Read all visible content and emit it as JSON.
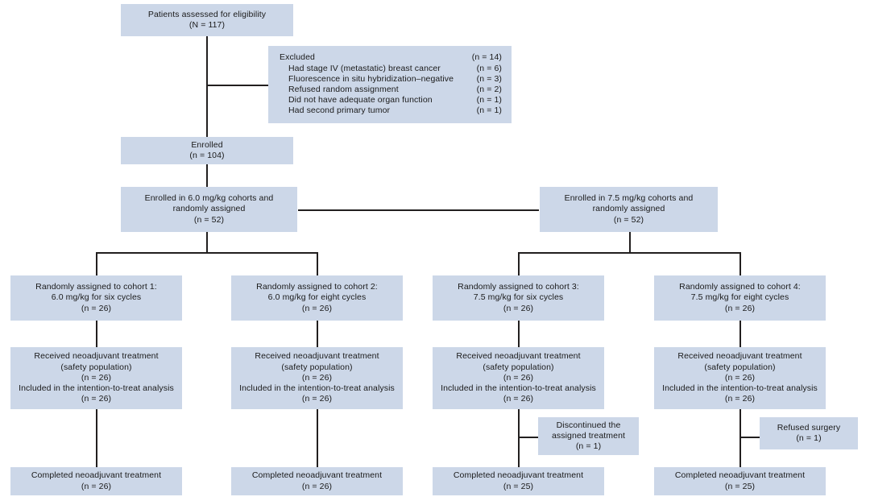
{
  "diagram": {
    "type": "consort-flow-diagram",
    "colors": {
      "box_fill": "#ccd7e8",
      "text": "#1a1a1a",
      "connector": "#221f1f",
      "background": "#ffffff"
    },
    "nodes": {
      "assessed": {
        "line1": "Patients assessed for eligibility",
        "line2": "(N = 117)"
      },
      "excluded": {
        "title": "Excluded",
        "title_count": "(n = 14)",
        "reasons": [
          {
            "label": "Had stage IV (metastatic) breast cancer",
            "count": "(n = 6)"
          },
          {
            "label": "Fluorescence in situ hybridization–negative",
            "count": "(n = 3)"
          },
          {
            "label": "Refused random assignment",
            "count": "(n = 2)"
          },
          {
            "label": "Did not have adequate organ function",
            "count": "(n = 1)"
          },
          {
            "label": "Had second primary tumor",
            "count": "(n = 1)"
          }
        ]
      },
      "enrolled": {
        "line1": "Enrolled",
        "line2": "(n = 104)"
      },
      "enrolled_60": {
        "line1": "Enrolled in 6.0 mg/kg cohorts and",
        "line2": "randomly assigned",
        "line3": "(n = 52)"
      },
      "enrolled_75": {
        "line1": "Enrolled in 7.5 mg/kg cohorts and",
        "line2": "randomly assigned",
        "line3": "(n = 52)"
      },
      "cohort1": {
        "line1": "Randomly assigned to cohort 1:",
        "line2": "6.0 mg/kg for six cycles",
        "line3": "(n = 26)"
      },
      "cohort2": {
        "line1": "Randomly assigned to cohort 2:",
        "line2": "6.0 mg/kg for eight cycles",
        "line3": "(n = 26)"
      },
      "cohort3": {
        "line1": "Randomly assigned to cohort 3:",
        "line2": "7.5 mg/kg for six cycles",
        "line3": "(n = 26)"
      },
      "cohort4": {
        "line1": "Randomly assigned to cohort 4:",
        "line2": "7.5 mg/kg for eight cycles",
        "line3": "(n = 26)"
      },
      "received1": {
        "line1": "Received neoadjuvant treatment",
        "line2": "(safety population)",
        "line3": "(n = 26)",
        "line4": "Included in the intention-to-treat analysis",
        "line5": "(n = 26)"
      },
      "received2": {
        "line1": "Received neoadjuvant treatment",
        "line2": "(safety population)",
        "line3": "(n = 26)",
        "line4": "Included in the intention-to-treat analysis",
        "line5": "(n = 26)"
      },
      "received3": {
        "line1": "Received neoadjuvant treatment",
        "line2": "(safety population)",
        "line3": "(n = 26)",
        "line4": "Included in the intention-to-treat analysis",
        "line5": "(n = 26)"
      },
      "received4": {
        "line1": "Received neoadjuvant treatment",
        "line2": "(safety population)",
        "line3": "(n = 26)",
        "line4": "Included in the intention-to-treat analysis",
        "line5": "(n = 26)"
      },
      "discontinued3": {
        "line1": "Discontinued the",
        "line2": "assigned treatment",
        "line3": "(n = 1)"
      },
      "refused4": {
        "line1": "Refused surgery",
        "line2": "(n = 1)"
      },
      "completed1": {
        "line1": "Completed neoadjuvant treatment",
        "line2": "(n = 26)"
      },
      "completed2": {
        "line1": "Completed neoadjuvant treatment",
        "line2": "(n = 26)"
      },
      "completed3": {
        "line1": "Completed neoadjuvant treatment",
        "line2": "(n = 25)"
      },
      "completed4": {
        "line1": "Completed neoadjuvant treatment",
        "line2": "(n = 25)"
      }
    }
  }
}
